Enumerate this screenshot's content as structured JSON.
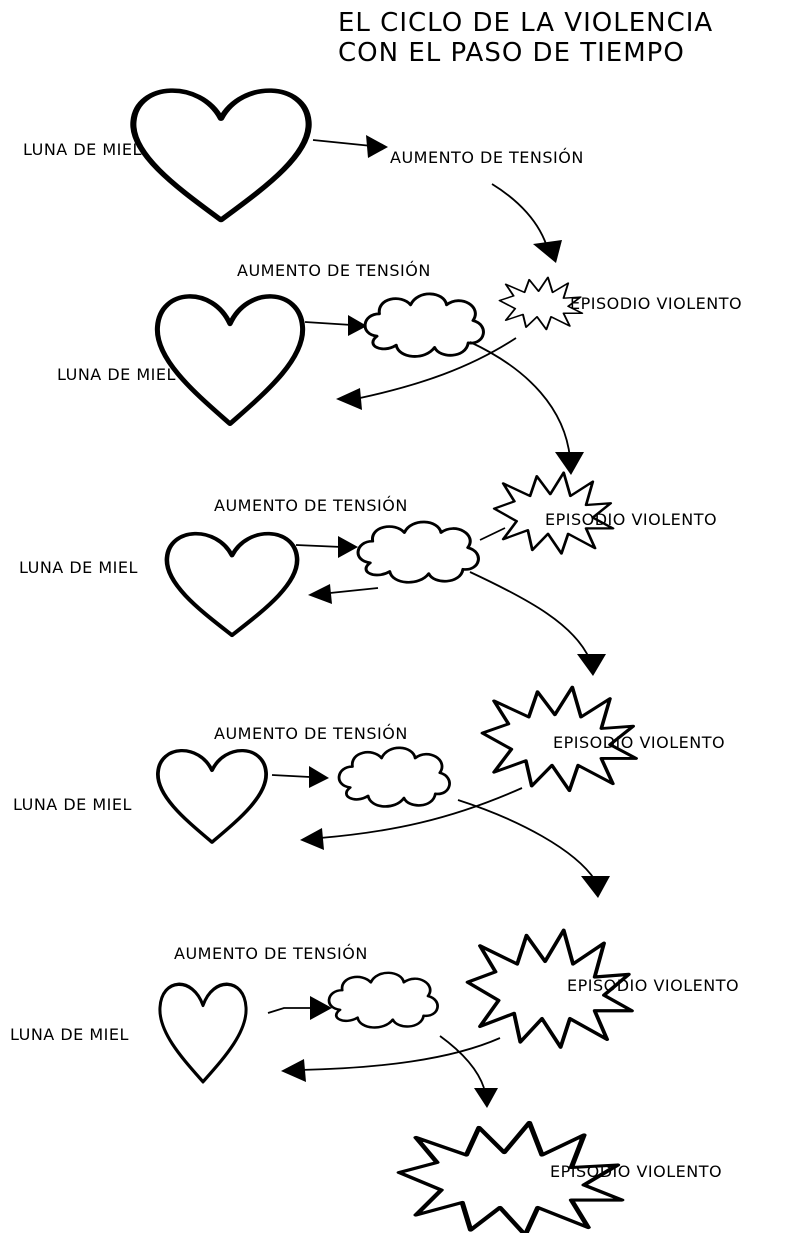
{
  "title": {
    "line1": "EL CICLO DE LA VIOLENCIA",
    "line2": "CON EL PASO DE TIEMPO"
  },
  "labels": {
    "honeymoon": "LUNA DE MIEL",
    "tension": "AUMENTO DE TENSIÓN",
    "violence": "EPISODIO VIOLENTO"
  },
  "colors": {
    "ink": "#000000",
    "paper": "#ffffff"
  },
  "icons": [
    "heart-icon",
    "cloud-icon",
    "explosion-icon",
    "arrow-icon"
  ]
}
